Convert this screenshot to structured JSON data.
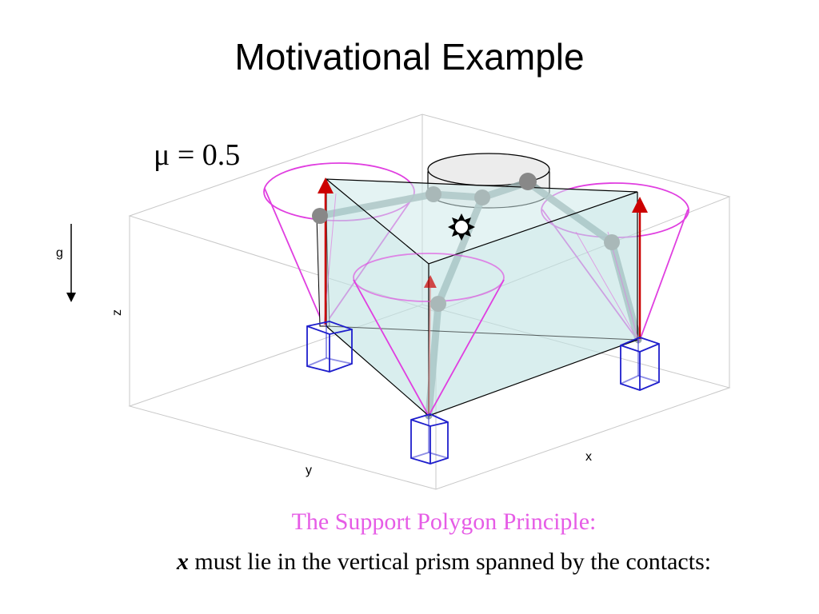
{
  "slide": {
    "title": "Motivational Example",
    "mu_label": "μ = 0.5"
  },
  "axes": {
    "g": "g",
    "x": "x",
    "y": "y",
    "z": "z"
  },
  "principle": {
    "title": "The Support Polygon Principle:",
    "variable": "x",
    "text": " must lie in the vertical prism spanned by the contacts:"
  },
  "colors": {
    "cone": "#e03ee0",
    "prism_fill": "#bfe3e3",
    "force_arrow": "#cc0000",
    "contact_box": "#1e1ecc",
    "frame": "#c8c8c8",
    "joint": "#888888"
  }
}
